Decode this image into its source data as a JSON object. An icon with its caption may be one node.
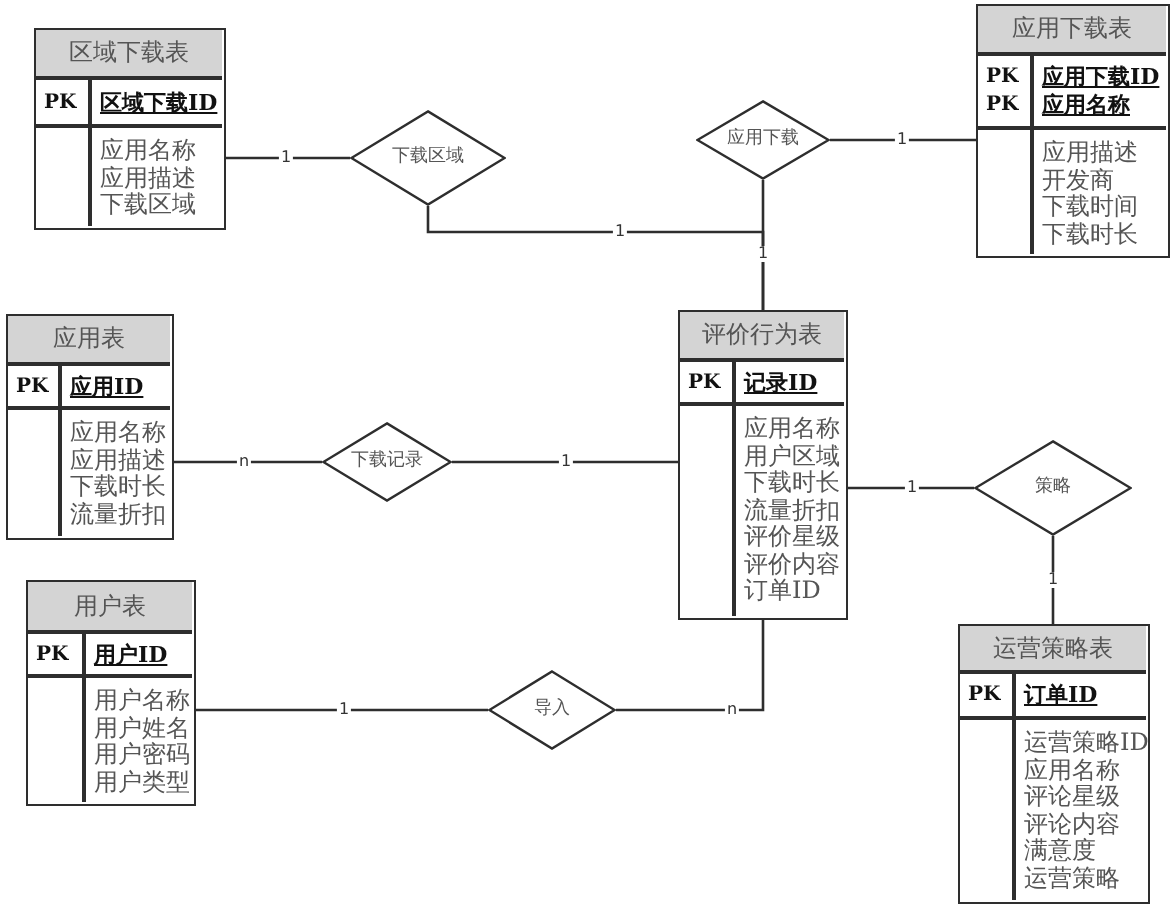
{
  "diagram": {
    "nodes": [
      {
        "text": [
          "区域下载表",
          "PK",
          "区域下载ID",
          "应用名称",
          "应用描述",
          "下载区域"
        ]
      },
      {
        "text": [
          "下载区域"
        ]
      },
      {
        "text": [
          "应用下载"
        ]
      },
      {
        "text": [
          "应用下载表",
          "PK",
          "应用下载ID",
          "PK",
          "应用名称",
          "应用描述",
          "开发商",
          "下载时间",
          "下载时长"
        ]
      },
      {
        "text": [
          "应用表",
          "PK",
          "应用ID",
          "应用名称",
          "应用描述",
          "下载时长",
          "流量折扣"
        ]
      },
      {
        "text": [
          "下载记录"
        ]
      },
      {
        "text": [
          "评价行为表",
          "PK",
          "记录ID",
          "应用名称",
          "用户区域",
          "下载时长",
          "流量折扣",
          "评价星级",
          "评价内容",
          "订单ID"
        ]
      },
      {
        "text": [
          "策略"
        ]
      },
      {
        "text": [
          "用户表",
          "PK",
          "用户ID",
          "用户名称",
          "用户姓名",
          "用户密码",
          "用户类型"
        ]
      },
      {
        "text": [
          "导入"
        ]
      },
      {
        "text": [
          "运营策略表",
          "PK",
          "订单ID",
          "运营策略ID",
          "应用名称",
          "评论星级",
          "评论内容",
          "满意度",
          "运营策略"
        ]
      }
    ],
    "edges": [
      {
        "from": 0,
        "to": 1,
        "arrow": "none",
        "label": "1"
      },
      {
        "from": 1,
        "to": 6,
        "arrow": "none",
        "label": "1"
      },
      {
        "from": 2,
        "to": 3,
        "arrow": "none",
        "label": "1"
      },
      {
        "from": 2,
        "to": 6,
        "arrow": "none",
        "label": "1"
      },
      {
        "from": 4,
        "to": 5,
        "arrow": "none",
        "label": "n"
      },
      {
        "from": 5,
        "to": 6,
        "arrow": "none",
        "label": "1"
      },
      {
        "from": 6,
        "to": 7,
        "arrow": "none",
        "label": "1"
      },
      {
        "from": 7,
        "to": 10,
        "arrow": "none",
        "label": "1"
      },
      {
        "from": 8,
        "to": 9,
        "arrow": "none",
        "label": "1"
      },
      {
        "from": 9,
        "to": 6,
        "arrow": "none",
        "label": "n"
      }
    ]
  }
}
